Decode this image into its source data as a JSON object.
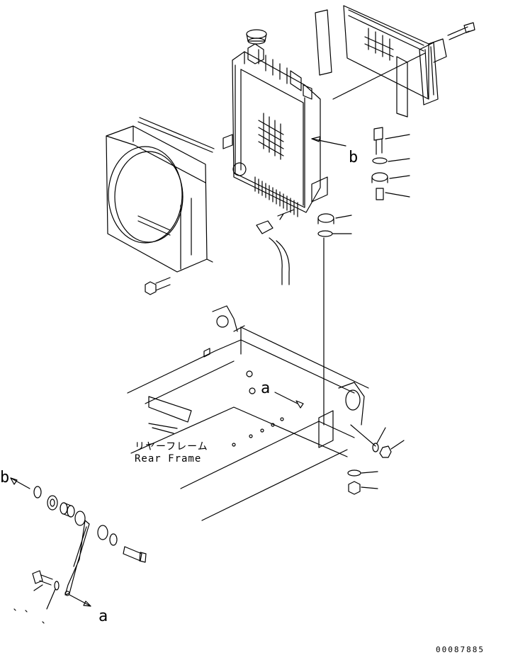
{
  "labels": {
    "rear_frame_jp": "リヤーフレーム",
    "rear_frame_en": "Rear Frame",
    "ref_b": "b",
    "ref_a": "a",
    "drawing_code": "00087885"
  },
  "colors": {
    "line": "#000000",
    "background": "#ffffff"
  }
}
